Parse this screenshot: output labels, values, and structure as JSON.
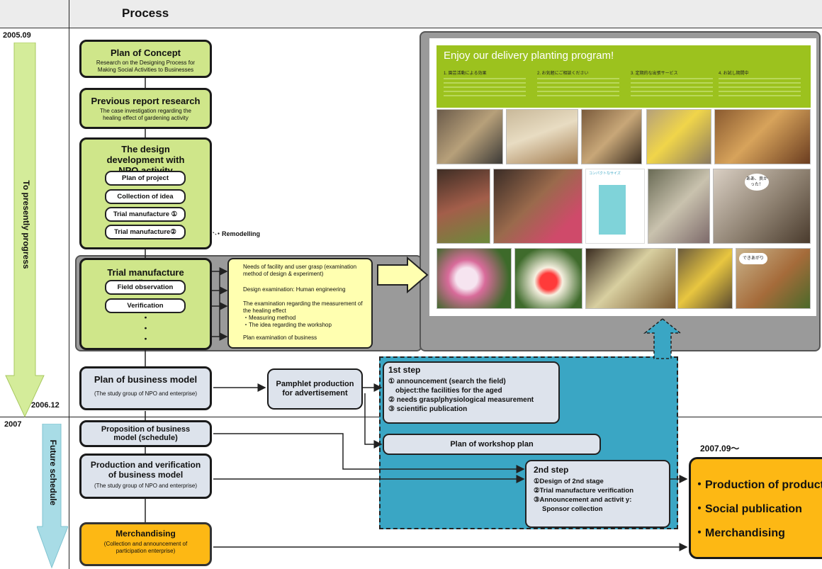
{
  "header": {
    "title": "Process"
  },
  "dates": {
    "start": "2005.09",
    "mid": "2006.12",
    "year": "2007",
    "future": "2007.09～"
  },
  "timeline": {
    "present": "To presently progress",
    "future": "Future schedule"
  },
  "remodelling": "・Remodelling",
  "boxes": {
    "concept": {
      "title": "Plan of Concept",
      "sub": "Research on the Designing Process for Making Social Activities to Businesses"
    },
    "previous": {
      "title": "Previous report research",
      "sub": "The case investigation regarding the healing effect of gardening activity"
    },
    "design": {
      "title": "The design development with NPO activity",
      "items": [
        "Plan of project",
        "Collection of idea",
        "Trial manufacture ①",
        "Trial manufacture②"
      ]
    },
    "verification": {
      "title": "Trial manufacture verification",
      "items": [
        "Field observation",
        "Verification"
      ],
      "dots": "・"
    },
    "business": {
      "title": "Plan of business model",
      "sub": "(The study group of NPO and enterprise)"
    },
    "proposition": {
      "title": "Proposition of business model (schedule)"
    },
    "production": {
      "title": "Production and verification of business model",
      "sub": "(The study group of NPO and enterprise)"
    },
    "merch": {
      "title": "Merchandising",
      "sub": "(Collection and announcement of participation enterprise)"
    }
  },
  "needs": [
    "Needs of facility and user grasp (examination method of design & experiment)",
    "Design examination: Human engineering",
    "The examination regarding the measurement of the healing effect",
    "・Measuring method",
    "・The idea regarding the workshop",
    "Plan examination of business"
  ],
  "pamphlet": "Pamphlet production for advertisement",
  "step1": {
    "title": "1st step",
    "lines": [
      "① announcement (search the field)",
      "object:the facilities for the aged",
      "② needs grasp/physiological measurement",
      "③ scientific publication"
    ]
  },
  "workshop": "Plan of workshop plan",
  "step2": {
    "title": "2nd step",
    "lines": [
      "①Design of 2nd stage",
      "②Trial manufacture verification",
      "③Announcement and activit y:",
      "Sponsor collection"
    ]
  },
  "final": [
    "・Production of product",
    "・Social publication",
    "・Merchandising"
  ],
  "pamphlet_image": {
    "banner": "Enjoy our delivery planting program!",
    "columns": [
      "1. 園芸活動による効果",
      "2. お気軽にご相談ください",
      "3. 定期的な出張サービス",
      "4. お試し期間中"
    ],
    "diagram_label": "コンパクトなサイズ",
    "speech1": "ああ、良かった！",
    "speech2": "できあがり"
  },
  "colors": {
    "green": "#cfe68a",
    "blue_box": "#dde3ec",
    "orange": "#fdb814",
    "teal": "#3aa6c4",
    "yellow": "#ffffb0",
    "lime": "#9cc21e"
  }
}
